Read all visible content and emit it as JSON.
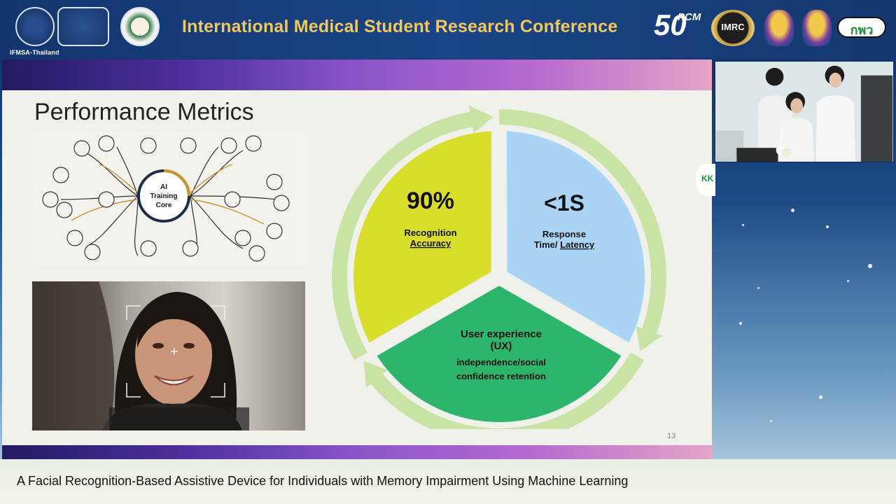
{
  "header": {
    "title": "International Medical Student  Research Conference",
    "left_logo_caption": "IFMSA-Thailand",
    "right_logos": {
      "pcm_number": "50",
      "pcm_text": "PCM",
      "imrc_text": "IMRC",
      "sponsor_text": "กพว"
    }
  },
  "slide": {
    "title": "Performance Metrics",
    "face_network_label_1": "AI",
    "face_network_label_2": "Training",
    "face_network_label_3": "Core",
    "page_number": "13",
    "segments": [
      {
        "value": "90%",
        "line1": "Recognition",
        "line2": "Accuracy",
        "color": "#d9de2a"
      },
      {
        "value": "<1S",
        "line1": "Response",
        "line2a": "Time/ ",
        "line2b": "Latency",
        "color": "#a9d4f5"
      },
      {
        "title1": "User experience",
        "title2": "(UX)",
        "line1": "independence/social",
        "line2": "confidence retention",
        "color": "#2eb56c"
      }
    ],
    "ring_color": "#c9e3a4"
  },
  "side": {
    "partner_logo_text": "KK"
  },
  "caption": "A Facial Recognition-Based Assistive Device for Individuals with Memory Impairment Using Machine Learning"
}
